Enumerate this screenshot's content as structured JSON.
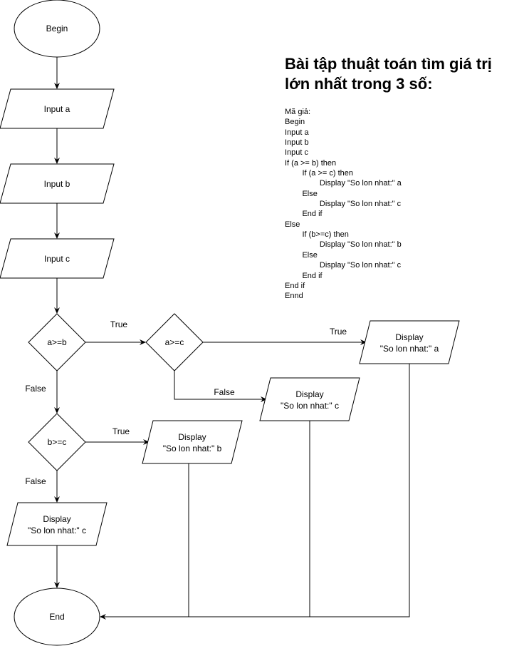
{
  "title": [
    "Bài tập thuật toán tìm giá trị",
    "lớn nhất trong 3 số:"
  ],
  "pseudocode": [
    "Mã giả:",
    "Begin",
    "Input a",
    "Input b",
    "Input c",
    "If (a >= b) then",
    "        If (a >= c) then",
    "                Display \"So lon nhat:\" a",
    "        Else",
    "                Display \"So lon nhat:\" c",
    "        End if",
    "Else",
    "        If (b>=c) then",
    "                Display \"So lon nhat:\" b",
    "        Else",
    "                Display \"So lon nhat:\" c",
    "        End if",
    "End if",
    "Ennd"
  ],
  "nodes": {
    "begin": "Begin",
    "input_a": "Input a",
    "input_b": "Input b",
    "input_c": "Input c",
    "cond_ab": "a>=b",
    "cond_ac": "a>=c",
    "cond_bc": "b>=c",
    "display_a": [
      "Display",
      "\"So lon nhat:\" a"
    ],
    "display_c1": [
      "Display",
      "\"So lon nhat:\" c"
    ],
    "display_b": [
      "Display",
      "\"So lon nhat:\" b"
    ],
    "display_c2": [
      "Display",
      "\"So lon nhat:\" c"
    ],
    "end": "End"
  },
  "edge_labels": {
    "ab_true": "True",
    "ab_false": "False",
    "ac_true": "True",
    "ac_false": "False",
    "bc_true": "True",
    "bc_false": "False"
  },
  "colors": {
    "stroke": "#000000",
    "fill": "#ffffff"
  }
}
